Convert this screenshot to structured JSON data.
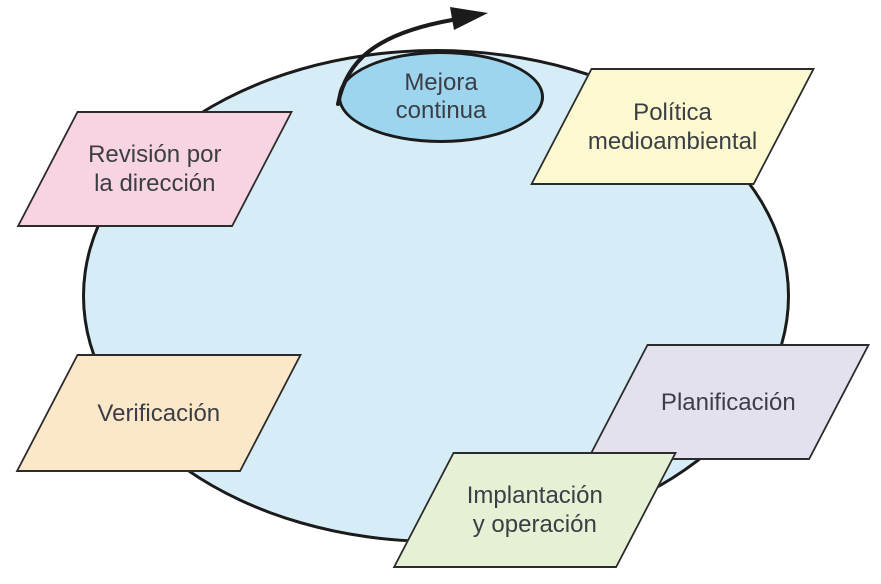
{
  "diagram": {
    "background_color": "#ffffff",
    "text_color": "#3b3e44",
    "node_border_color": "#2b2b2b",
    "cycle": {
      "fill": "#d6edf8",
      "stroke": "#1b1b1b"
    },
    "hub": {
      "lines": [
        "Mejora",
        "continua"
      ],
      "fill": "#9ed5ee",
      "stroke": "#1b1b1b"
    },
    "arrow": {
      "icon": "clockwise-cycle-arrow-icon",
      "color": "#1b1b1b"
    },
    "nodes": [
      {
        "id": "politica-medioambiental",
        "lines": [
          "Política",
          "medioambiental"
        ],
        "fill": "#fcf9d1"
      },
      {
        "id": "planificacion",
        "lines": [
          "Planificación"
        ],
        "fill": "#e3e1ee"
      },
      {
        "id": "implantacion-y-operacion",
        "lines": [
          "Implantación",
          "y operación"
        ],
        "fill": "#e5f0d5"
      },
      {
        "id": "verificacion",
        "lines": [
          "Verificación"
        ],
        "fill": "#fde7c9"
      },
      {
        "id": "revision-por-la-direccion",
        "lines": [
          "Revisión por",
          "la dirección"
        ],
        "fill": "#f8d3e1"
      }
    ]
  }
}
